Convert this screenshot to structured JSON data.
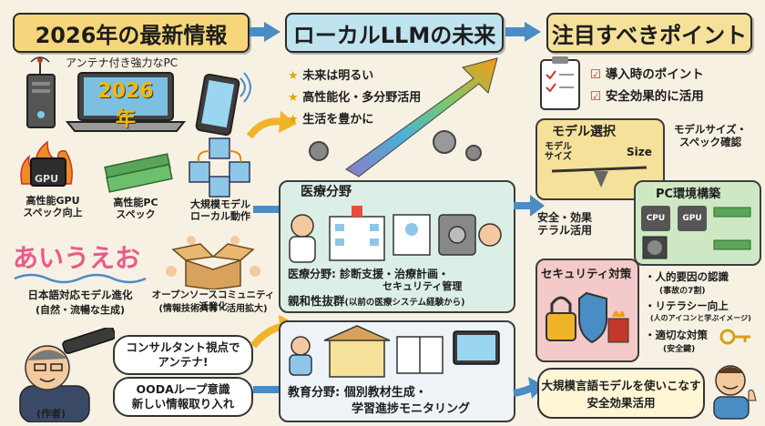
{
  "titles": {
    "left": "2026年の最新情報",
    "center": "ローカルLLMの未来",
    "right": "注目すべきポイント"
  },
  "left": {
    "pc_caption": "アンテナ付き強力なPC",
    "screen_year": "2026年",
    "gpu_chip": "GPU",
    "gpu_label": "高性能GPU\nスペック向上",
    "pc_spec_label": "高性能PC\nスペック",
    "model_label": "大規模モデル\nローカル動作",
    "aiueo": "あいうえお",
    "japanese_model_label": "日本語対応モデル進化",
    "japanese_model_sub": "(自然・流暢な生成)",
    "oss_label": "オープンソースコミュニティ活発化",
    "oss_sub": "(情報技術共有・活用拡大)",
    "bubble_top": "コンサルタント視点で\nアンテナ!",
    "bubble_bottom": "OODAループ意識\n新しい情報取り入れ",
    "author": "(作者)"
  },
  "center": {
    "bullets": [
      "未来は明るい",
      "高性能化・多分野活用",
      "生活を豊かに"
    ],
    "medical_title": "医療分野",
    "medical_line1": "医療分野: 診断支援・治療計画・",
    "medical_line2": "セキュリティ管理",
    "medical_line3": "親和性抜群",
    "medical_line3_sub": "(以前の医療システム経験から)",
    "education_line1": "教育分野: 個別教材生成・",
    "education_line2": "学習進捗モニタリング"
  },
  "right": {
    "checks": [
      "導入時のポイント",
      "安全効果的に活用"
    ],
    "model_select_title": "モデル選択",
    "model_select_left": "モデル\nサイズ",
    "model_select_right": "Size",
    "model_size_note": "モデルサイズ・\nスペック確認",
    "pc_env_title": "PC環境構築",
    "cpu": "CPU",
    "gpu": "GPU",
    "safety_label": "安全・効果\nテラル活用",
    "security_title": "セキュリティ対策",
    "security_items": [
      {
        "main": "・人的要因の認識",
        "sub": "(事故の7割)"
      },
      {
        "main": "・リテラシー向上",
        "sub": "(人のアイコンと学ぶイメージ)"
      },
      {
        "main": "・適切な対策",
        "sub": "(安全鍵)"
      }
    ],
    "footer_line1": "大規模言語モデルを使いこなす",
    "footer_line2": "安全効果活用"
  },
  "colors": {
    "title_left": "#f6d67a",
    "title_center": "#bfe3ef",
    "title_right": "#f6e19a",
    "arrow": "#4a8cc4",
    "accent_red": "#c0392b"
  }
}
